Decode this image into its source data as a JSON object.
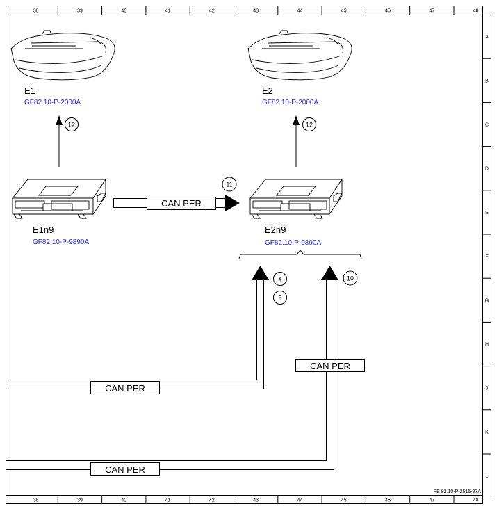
{
  "grid": {
    "columns": [
      "38",
      "39",
      "40",
      "41",
      "42",
      "43",
      "44",
      "45",
      "46",
      "47",
      "48"
    ],
    "rows": [
      "A",
      "B",
      "C",
      "D",
      "E",
      "F",
      "G",
      "H",
      "J",
      "K",
      "L"
    ]
  },
  "components": {
    "e1": {
      "label": "E1",
      "ref": "GF82.10-P-2000A"
    },
    "e2": {
      "label": "E2",
      "ref": "GF82.10-P-2000A"
    },
    "e1n9": {
      "label": "E1n9",
      "ref": "GF82.10-P-9890A"
    },
    "e2n9": {
      "label": "E2n9",
      "ref": "GF82.10-P-9890A"
    }
  },
  "connections": {
    "e1n9_to_e2n9": "CAN PER",
    "bottom_1": "CAN PER",
    "bottom_2": "CAN PER",
    "vertical_right": "CAN PER"
  },
  "markers": {
    "m12_left": "12",
    "m12_right": "12",
    "m11": "11",
    "m4": "4",
    "m5": "5",
    "m10": "10"
  },
  "doc_id": "PE 82.10-P-2516-97A",
  "colors": {
    "reference_link": "#2a2ac8",
    "line": "#000000"
  }
}
